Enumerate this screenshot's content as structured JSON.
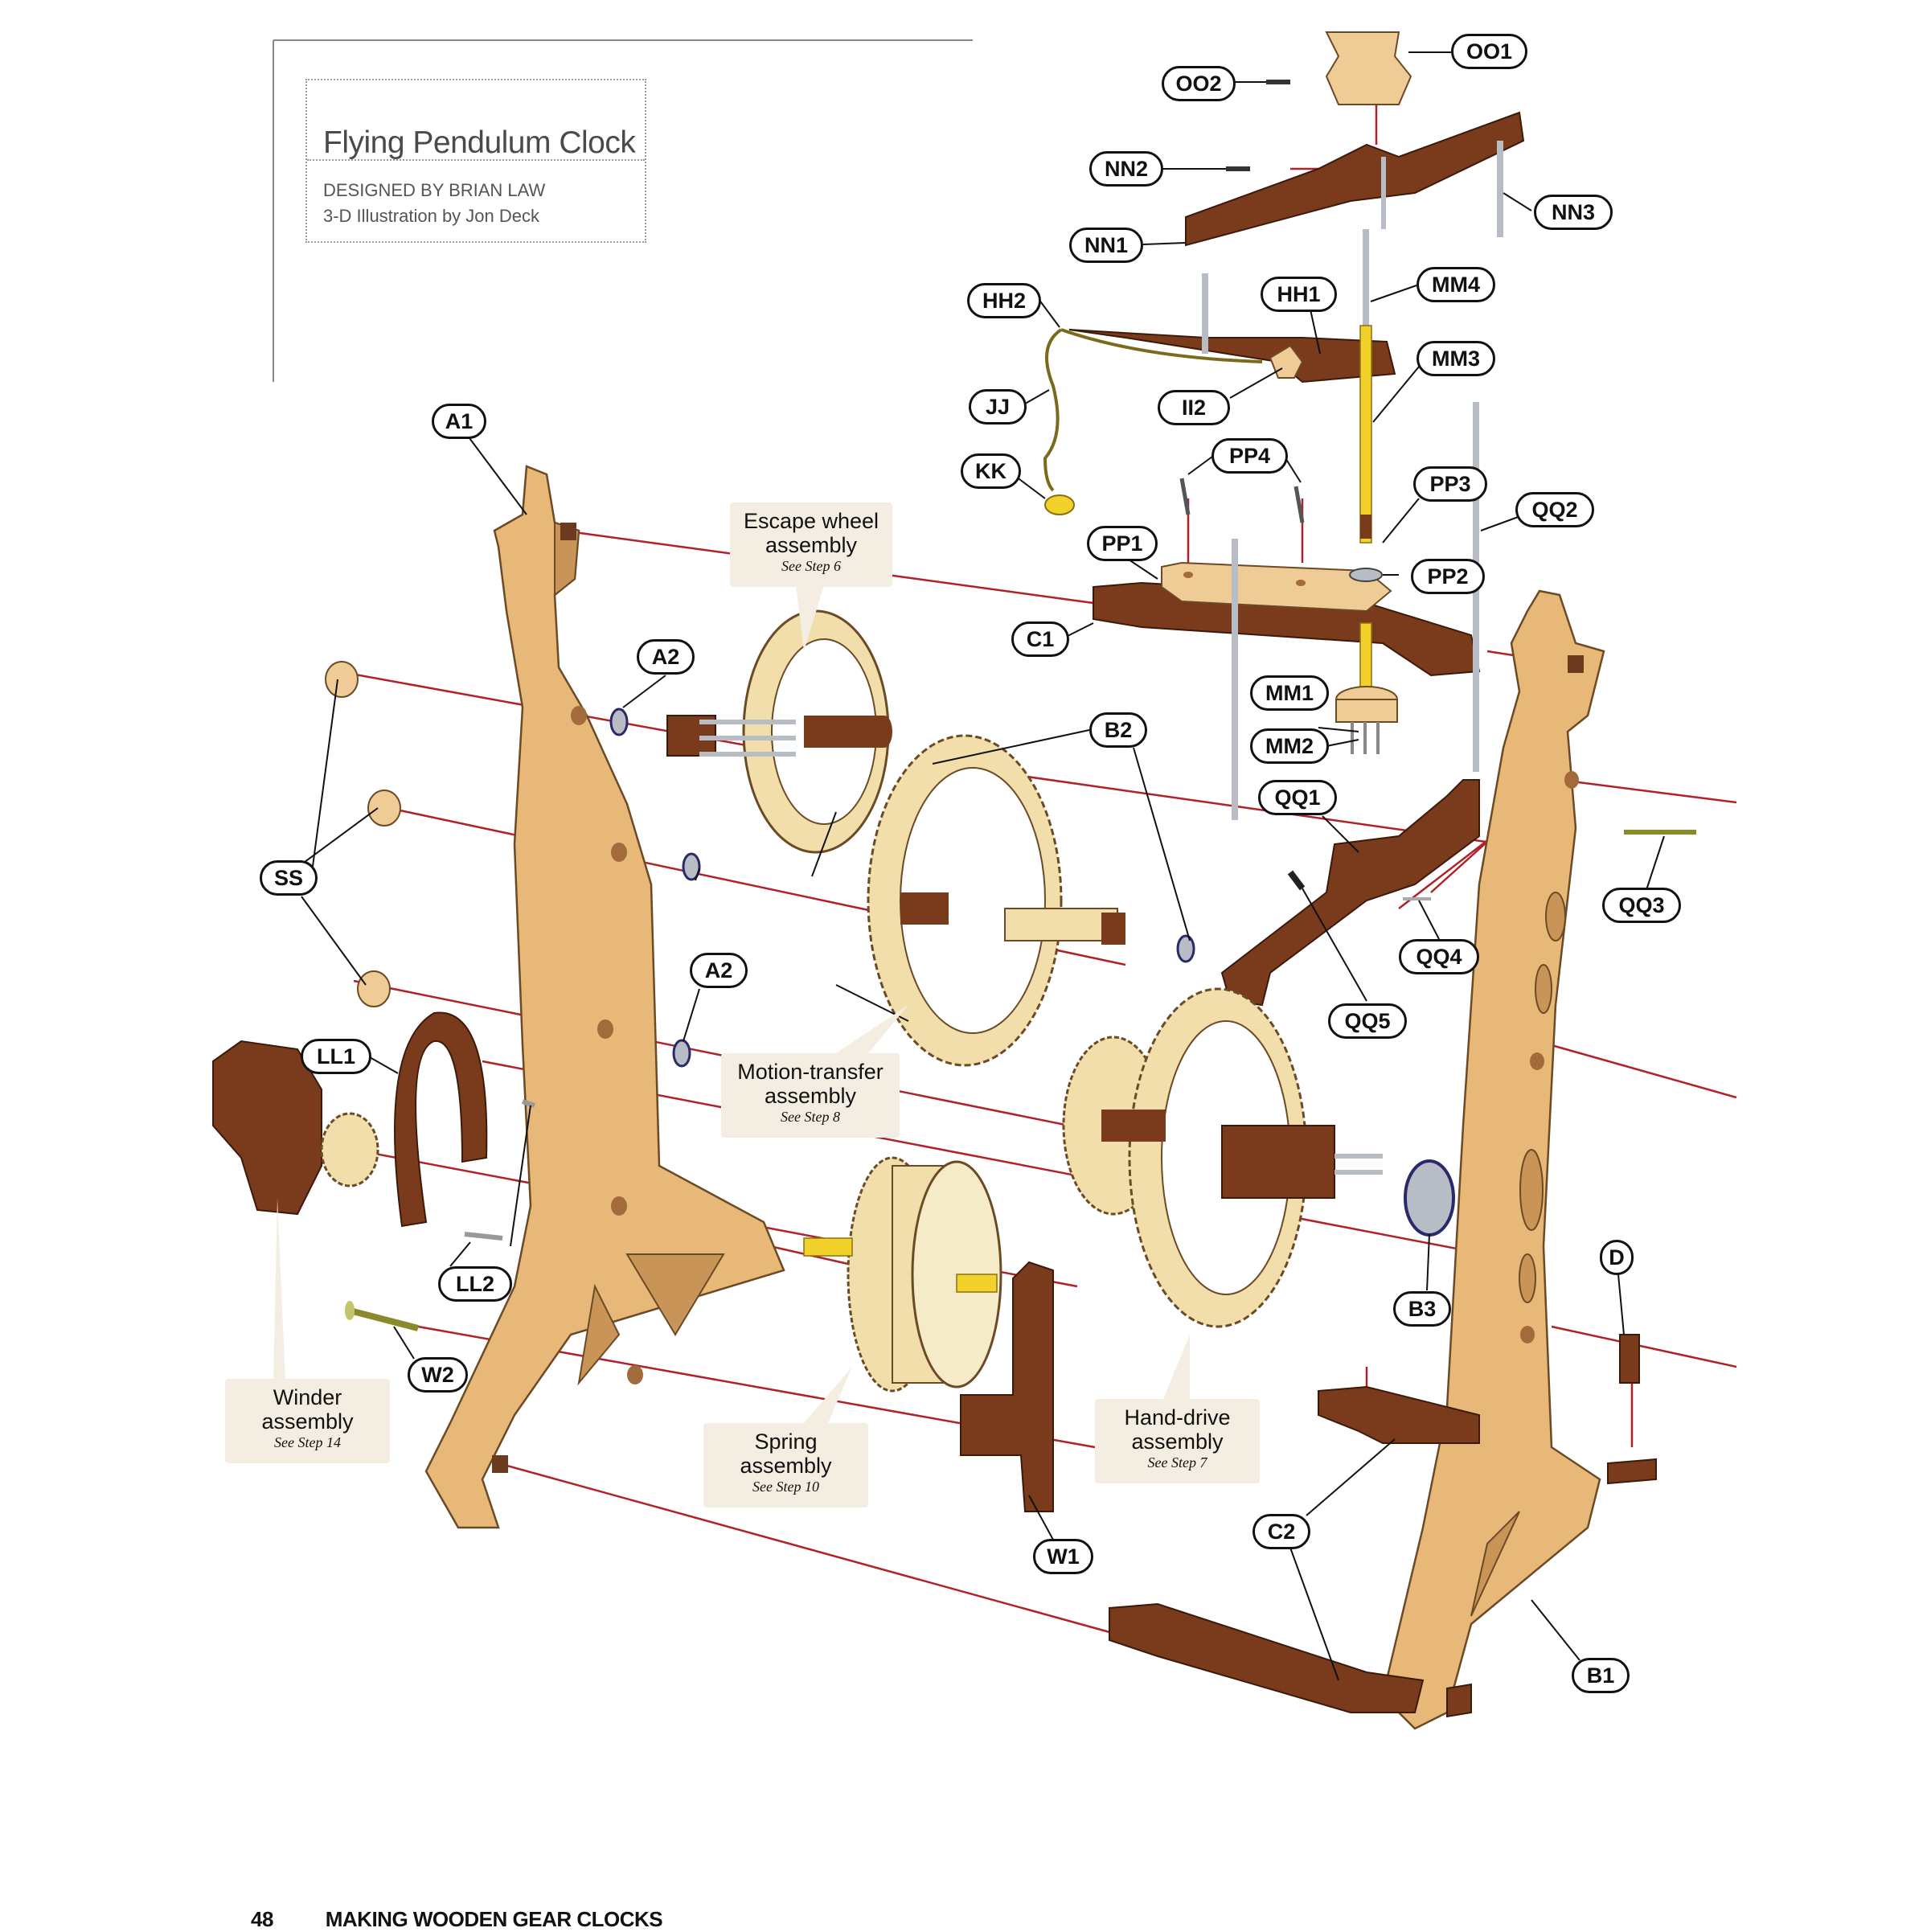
{
  "page": {
    "title": "Flying Pendulum Clock",
    "designer": "DESIGNED BY BRIAN LAW",
    "illustrator": "3-D Illustration by Jon Deck",
    "page_number": "48",
    "book_title": "MAKING WOODEN GEAR CLOCKS"
  },
  "colors": {
    "light_wood": "#e8b878",
    "dark_wood": "#7a3a1c",
    "gear_wood": "#f1deaa",
    "brass": "#f2d22a",
    "leader_red": "#b0212a",
    "steel": "#b8bcc4"
  },
  "part_labels": [
    "OO1",
    "OO2",
    "NN2",
    "NN3",
    "NN1",
    "HH2",
    "HH1",
    "MM4",
    "MM3",
    "JJ",
    "II2",
    "KK",
    "PP4",
    "PP3",
    "QQ2",
    "PP1",
    "PP2",
    "C1",
    "A1",
    "A2",
    "B2",
    "MM1",
    "MM2",
    "QQ1",
    "QQ3",
    "SS",
    "QQ4",
    "A2",
    "QQ5",
    "LL1",
    "D",
    "B3",
    "LL2",
    "W2",
    "W1",
    "C2",
    "B1"
  ],
  "callouts": [
    {
      "title_1": "Escape wheel",
      "title_2": "assembly",
      "note": "See Step 6"
    },
    {
      "title_1": "Motion-transfer",
      "title_2": "assembly",
      "note": "See Step 8"
    },
    {
      "title_1": "Winder",
      "title_2": "assembly",
      "note": "See Step 14"
    },
    {
      "title_1": "Spring",
      "title_2": "assembly",
      "note": "See Step 10"
    },
    {
      "title_1": "Hand-drive",
      "title_2": "assembly",
      "note": "See Step 7"
    }
  ]
}
